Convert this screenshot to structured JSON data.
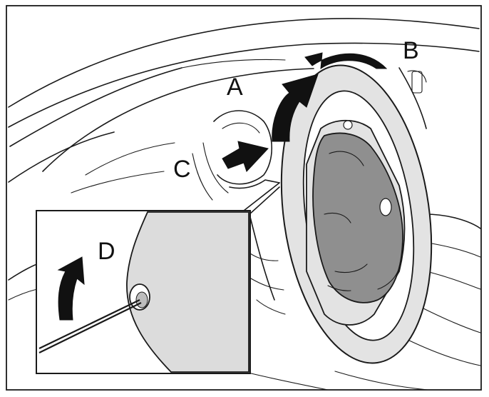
{
  "labels": {
    "a": "A",
    "b": "B",
    "c": "C",
    "d": "D"
  },
  "colors": {
    "line": "#1a1a1a",
    "wheel_fill": "#e3e3e3",
    "airbag_fill": "#8f8f8f",
    "inset_fill": "#dcdcdc",
    "arrow_fill": "#111111"
  }
}
